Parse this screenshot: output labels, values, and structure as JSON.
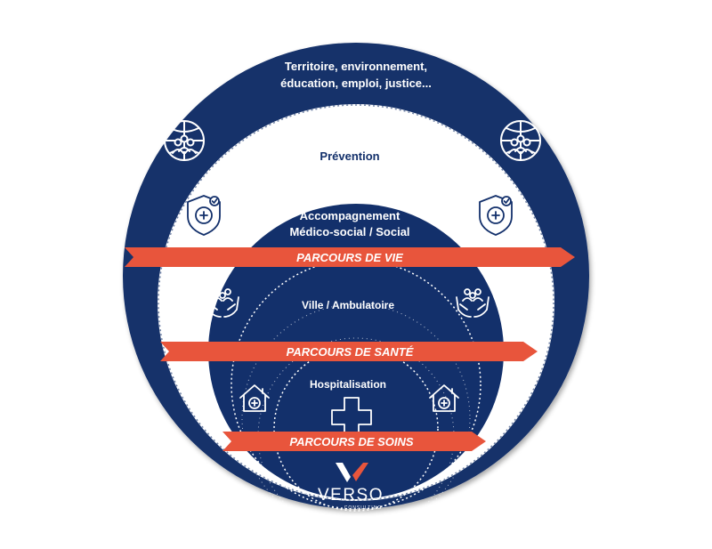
{
  "colors": {
    "navy": "#13306b",
    "arrow": "#e8553c",
    "white": "#ffffff"
  },
  "rings": {
    "outer_line1": "Territoire, environnement,",
    "outer_line2": "éducation, emploi, justice...",
    "prevention": "Prévention",
    "accomp_line1": "Accompagnement",
    "accomp_line2": "Médico-social / Social",
    "ville": "Ville / Ambulatoire",
    "hospitalisation": "Hospitalisation"
  },
  "arrows": {
    "vie": "PARCOURS DE VIE",
    "sante": "PARCOURS DE SANTÉ",
    "soins": "PARCOURS DE SOINS"
  },
  "icons": {
    "outer": "globe-people-icon",
    "prevention": "shield-cross-icon",
    "ville": "hands-people-icon",
    "hospital": "house-medical-icon",
    "center": "medical-cross-icon"
  },
  "logo": {
    "wordmark": "VERSO",
    "tagline": "CONSULTING"
  }
}
